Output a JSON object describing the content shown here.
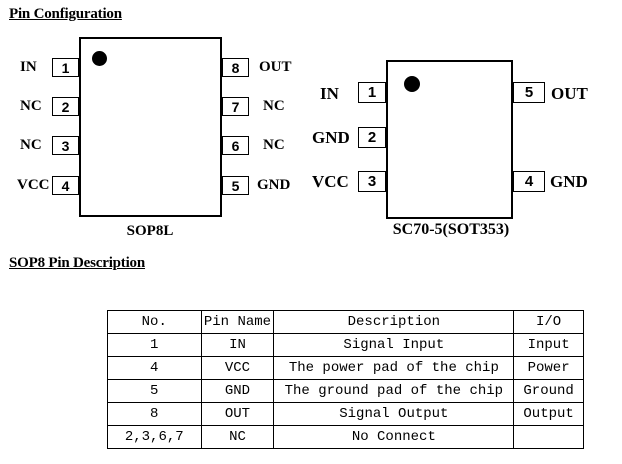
{
  "pin_config": {
    "heading": "Pin Configuration",
    "sop8": {
      "label": "SOP8L",
      "left_pins": [
        {
          "num": "1",
          "name": "IN"
        },
        {
          "num": "2",
          "name": "NC"
        },
        {
          "num": "3",
          "name": "NC"
        },
        {
          "num": "4",
          "name": "VCC"
        }
      ],
      "right_pins": [
        {
          "num": "8",
          "name": "OUT"
        },
        {
          "num": "7",
          "name": "NC"
        },
        {
          "num": "6",
          "name": "NC"
        },
        {
          "num": "5",
          "name": "GND"
        }
      ]
    },
    "sc70": {
      "label": "SC70-5(SOT353)",
      "left_pins": [
        {
          "num": "1",
          "name": "IN"
        },
        {
          "num": "2",
          "name": "GND"
        },
        {
          "num": "3",
          "name": "VCC"
        }
      ],
      "right_pins": [
        {
          "num": "5",
          "name": "OUT"
        },
        {
          "num": "4",
          "name": "GND"
        }
      ]
    }
  },
  "pin_description": {
    "heading": "SOP8 Pin Description",
    "headers": [
      "No.",
      "Pin Name",
      "Description",
      "I/O"
    ],
    "rows": [
      [
        "1",
        "IN",
        "Signal Input",
        "Input"
      ],
      [
        "4",
        "VCC",
        "The power pad of the chip",
        "Power"
      ],
      [
        "5",
        "GND",
        "The ground pad of the chip",
        "Ground"
      ],
      [
        "8",
        "OUT",
        "Signal Output",
        "Output"
      ],
      [
        "2,3,6,7",
        "NC",
        "No Connect",
        ""
      ]
    ]
  }
}
